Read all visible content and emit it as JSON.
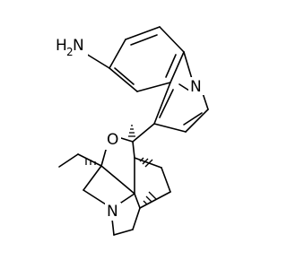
{
  "molecule": {
    "atoms": {
      "amine_h": "H",
      "amine_h_count": "2",
      "amine_n": "N",
      "quinoline_n": "N",
      "ether_o": "O",
      "bridgehead_n": "N"
    }
  }
}
